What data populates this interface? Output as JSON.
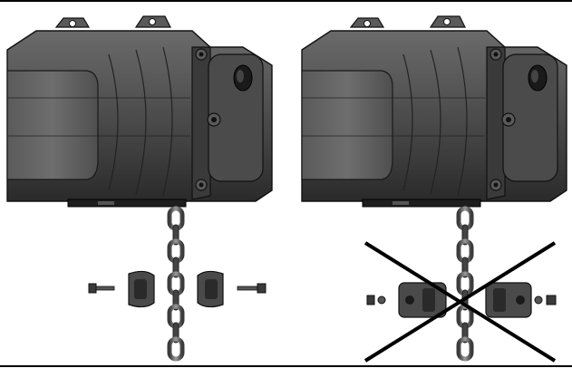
{
  "panels": [
    {
      "id": "correct",
      "label": "",
      "crossed_out": false
    },
    {
      "id": "incorrect",
      "label": "",
      "crossed_out": true
    }
  ],
  "colors": {
    "hoist_body": "#4a4a4a",
    "hoist_dark": "#1e1e1e",
    "chain": "#6b6b6b",
    "cross": "#000000",
    "frame": "#000000"
  },
  "icons": [
    "hoist-body",
    "load-chain",
    "chain-stopper",
    "bolt",
    "nut",
    "cross-mark"
  ]
}
